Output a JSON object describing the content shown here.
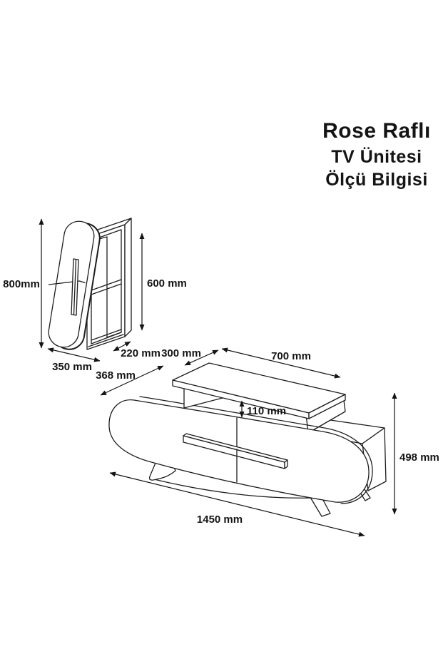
{
  "page": {
    "background": "#ffffff",
    "ink": "#1d1d1d"
  },
  "title": {
    "line1": "Rose Raflı",
    "line2": "TV Ünitesi",
    "line3": "Ölçü Bilgisi"
  },
  "wall_shelf": {
    "height_label": "800mm",
    "carcass_height_label": "600 mm",
    "door_width_label": "350 mm",
    "carcass_depth_label": "220 mm"
  },
  "tv_unit": {
    "shelf_depth_label": "300 mm",
    "shelf_length_label": "700 mm",
    "shelf_clearance_label": "110 mm",
    "depth_label": "368 mm",
    "length_label": "1450 mm",
    "height_label": "498 mm"
  }
}
